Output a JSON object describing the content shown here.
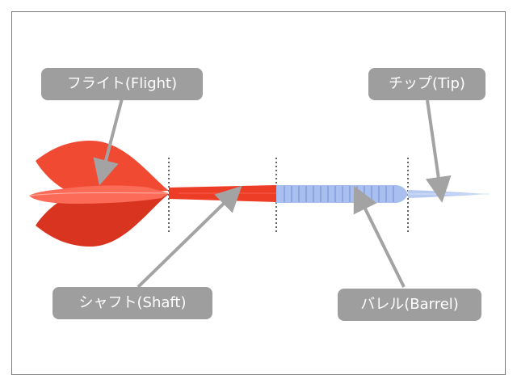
{
  "labels": {
    "flight": "フライト(Flight)",
    "tip": "チップ(Tip)",
    "shaft": "シャフト(Shaft)",
    "barrel": "バレル(Barrel)"
  },
  "colors": {
    "label_bg": "#9e9e9e",
    "label_text": "#ffffff",
    "arrow": "#a3a3a3",
    "flight_main": "#f04a33",
    "flight_dark": "#d93420",
    "flight_light": "#fb6b58",
    "shaft": "#ee3d27",
    "barrel": "#a9bff0",
    "barrel_groove": "#8ea6df",
    "tip": "#b8c9f2",
    "divider": "#333333",
    "frame": "#7a7a7a"
  }
}
